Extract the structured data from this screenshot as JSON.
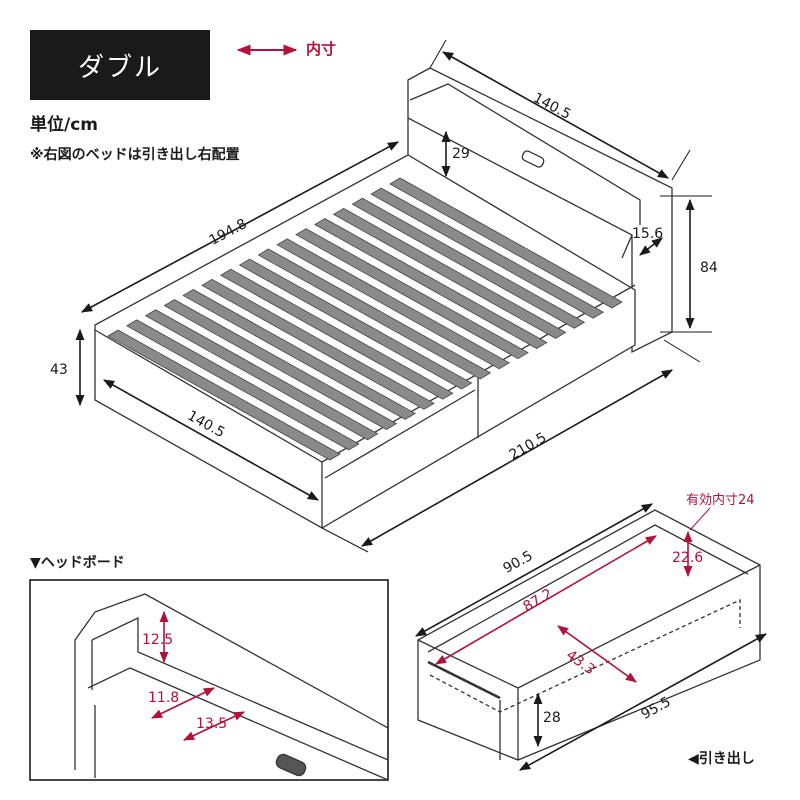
{
  "header": {
    "size_label": "ダブル",
    "unit_label": "単位/cm",
    "note": "※右図のベッドは引き出し右配置",
    "legend_label": "内寸"
  },
  "colors": {
    "dim_line": "#1a1a1a",
    "inner_dim": "#b0123c",
    "slat": "#8a8a8a",
    "title_bg": "#1a1a1a"
  },
  "bed": {
    "headboard_width": "140.5",
    "headboard_shelf_height": "29",
    "headboard_depth": "15.6",
    "headboard_height": "84",
    "frame_length": "194.8",
    "frame_height": "43",
    "frame_width": "140.5",
    "total_length": "210.5"
  },
  "headboard_detail": {
    "label": "▼ヘッドボード",
    "shelf_height": "12.5",
    "shelf_depth": "11.8",
    "shelf_width": "13.5"
  },
  "drawer": {
    "label": "◀引き出し",
    "effective_inner_label": "有効内寸24",
    "outer_width": "90.5",
    "inner_height": "22.6",
    "inner_length": "87.2",
    "inner_depth": "43.3",
    "front_height": "28",
    "outer_length": "95.5"
  }
}
